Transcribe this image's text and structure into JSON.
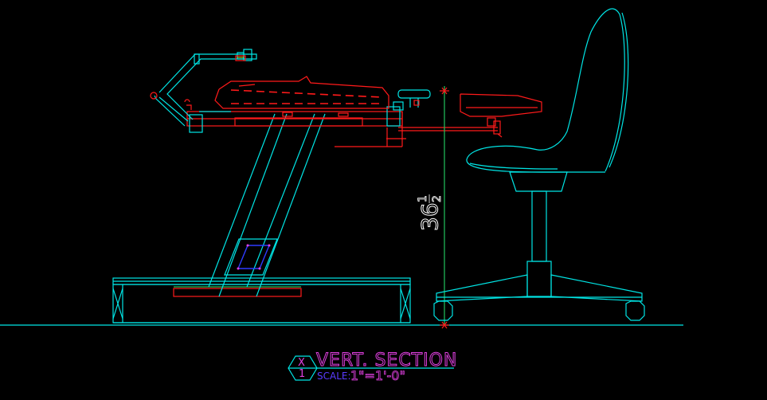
{
  "drawing": {
    "dimension_label": "36 1/2",
    "dimension_whole": "36",
    "dimension_num": "1",
    "dimension_den": "2"
  },
  "title_block": {
    "detail_id": "X",
    "sheet_id": "1",
    "title": "VERT. SECTION",
    "scale_prefix": "SCALE:",
    "scale_value": "1\"=1'-0\""
  },
  "colors": {
    "cyan": "#00e5e5",
    "red": "#ff1a1a",
    "green": "#22c55e",
    "blue": "#2f3bff",
    "magenta": "#e040e0",
    "white": "#ffffff"
  }
}
